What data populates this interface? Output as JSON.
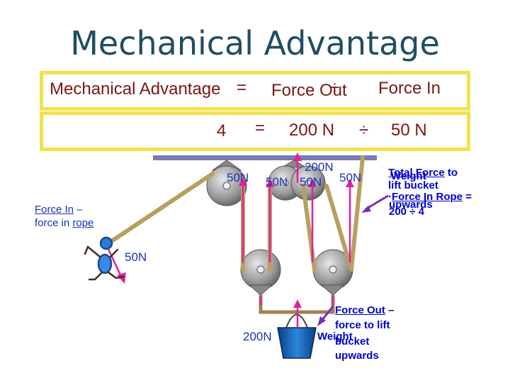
{
  "title": "Mechanical Advantage",
  "formula": {
    "term1": "Mechanical Advantage",
    "op1": "=",
    "term2": "Force Out",
    "op2": "÷",
    "term3": "Force In"
  },
  "values": {
    "v1": "4",
    "op1": "=",
    "v2": "200 N",
    "op2": "÷",
    "v3": "50 N"
  },
  "labels": {
    "rope_left": "50N",
    "rope_mid1": "50N",
    "rope_mid2": "50N",
    "rope_right": "50N",
    "top_total": "200N",
    "pull": "50N",
    "bottom": "200N"
  },
  "force_in": {
    "term": "Force In",
    "dash": " –",
    "desc1": "force in",
    "desc2": "rope"
  },
  "right_note": {
    "line1a": "Total Force",
    "line1b": " to",
    "overlap1": "Weight",
    "line2": "lift bucket",
    "line3a": "·",
    "line3b": "Force In Rope",
    "line3c": " =",
    "overlap2": "upwards",
    "line4": "200 ÷ 4"
  },
  "force_out": {
    "term": "Force Out",
    "dash": " –",
    "line2": "force to lift",
    "overlap_a": "Weight",
    "overlap_b": "bucket",
    "line4": "upwards"
  }
}
